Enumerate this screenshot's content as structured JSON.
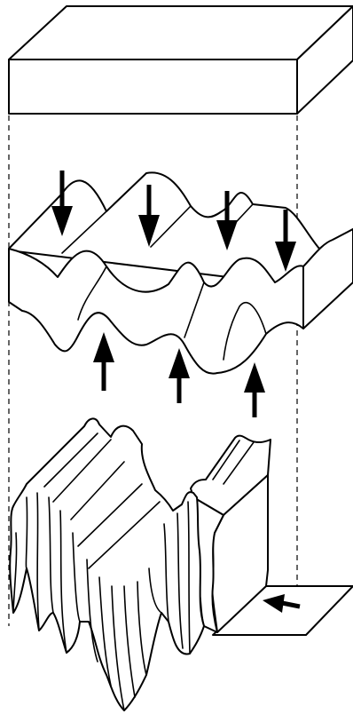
{
  "diagram": {
    "panels": [
      "flat-block",
      "single-wave-layer",
      "folded-layer"
    ],
    "arrows_down": 4,
    "arrows_up": 3,
    "arrow_lateral": 1,
    "colors": {
      "ink": "#000000",
      "paper": "#ffffff"
    }
  }
}
